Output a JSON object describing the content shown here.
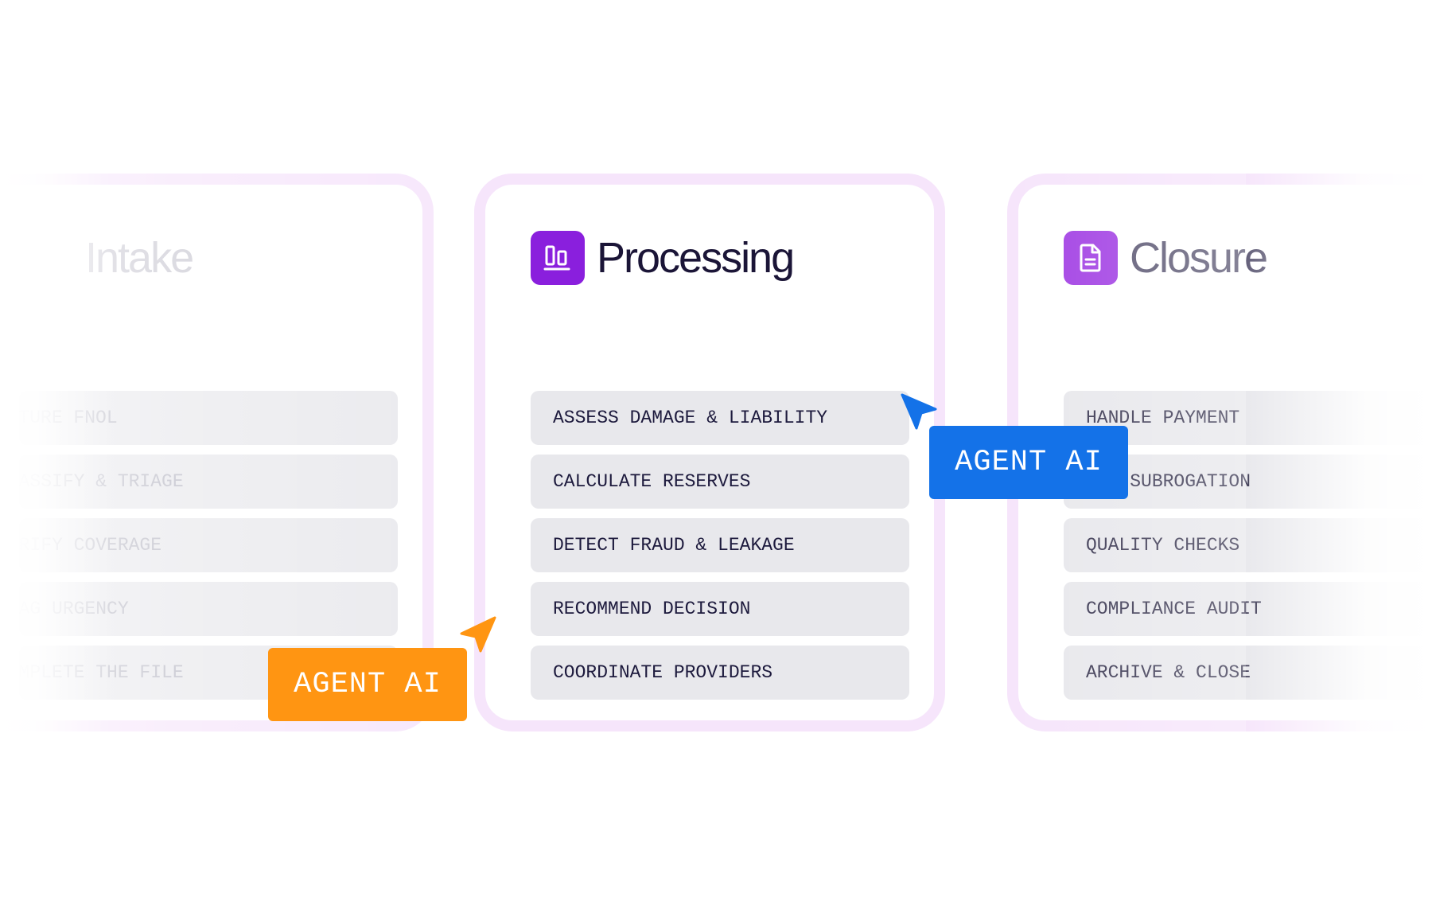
{
  "colors": {
    "card_border": "#f6e5fb",
    "task_bg": "#e8e8ec",
    "icon_purple": "#8a1fdd",
    "icon_purple_light": "#a444e4",
    "agent_orange": "#ff9512",
    "agent_blue": "#1472e8",
    "title_dark": "#1b1537"
  },
  "stages": {
    "intake": {
      "title": "Intake",
      "tasks": [
        "CAPTURE FNOL",
        "CLASSIFY & TRIAGE",
        "VERIFY COVERAGE",
        "FLAG URGENCY",
        "COMPLETE THE FILE"
      ]
    },
    "processing": {
      "title": "Processing",
      "icon": "bar-chart-icon",
      "tasks": [
        "ASSESS DAMAGE & LIABILITY",
        "CALCULATE RESERVES",
        "DETECT FRAUD & LEAKAGE",
        "RECOMMEND DECISION",
        "COORDINATE PROVIDERS"
      ]
    },
    "closure": {
      "title": "Closure",
      "icon": "document-icon",
      "tasks": [
        "HANDLE PAYMENT",
        "RUN SUBROGATION",
        "QUALITY CHECKS",
        "COMPLIANCE AUDIT",
        "ARCHIVE & CLOSE"
      ]
    }
  },
  "agents": {
    "orange_label": "AGENT AI",
    "blue_label": "AGENT AI"
  }
}
